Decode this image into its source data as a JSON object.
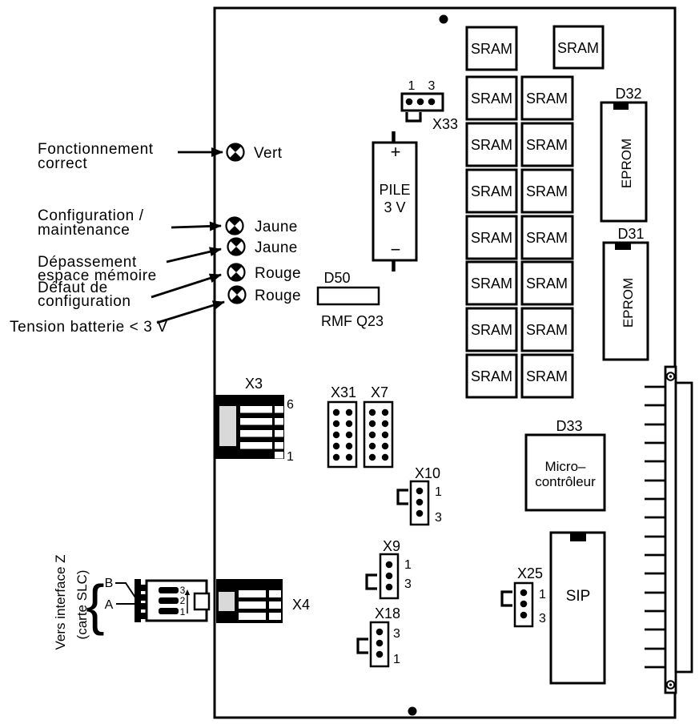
{
  "colors": {
    "ink": "#000000",
    "paper": "#ffffff",
    "connector_gray": "#d9d9d9"
  },
  "annotations": {
    "labels": [
      {
        "lines": [
          "Fonctionnement",
          "correct"
        ]
      },
      {
        "lines": [
          "Configuration /",
          "maintenance"
        ]
      },
      {
        "lines": [
          "Dépassement",
          "espace mémoire"
        ]
      },
      {
        "lines": [
          "Défaut de",
          "configuration"
        ]
      },
      {
        "lines": [
          "Tension batterie < 3 V"
        ]
      }
    ],
    "interface": {
      "lines": [
        "Vers interface Z",
        "(carte SLC)"
      ],
      "brace": "{",
      "wire_b": "B",
      "wire_a": "A"
    }
  },
  "leds": [
    {
      "color": "Vert"
    },
    {
      "color": "Jaune"
    },
    {
      "color": "Jaune"
    },
    {
      "color": "Rouge"
    },
    {
      "color": "Rouge"
    }
  ],
  "components": {
    "x33": {
      "ref": "X33",
      "pin_left": "1",
      "pin_right": "3"
    },
    "battery": {
      "plus": "+",
      "name": "PILE",
      "voltage": "3 V",
      "minus": "−"
    },
    "d50": {
      "ref": "D50",
      "caption": "RMF Q23"
    },
    "sram": "SRAM",
    "d32": {
      "ref": "D32",
      "label": "EPROM"
    },
    "d31": {
      "ref": "D31",
      "label": "EPROM"
    },
    "x3": {
      "ref": "X3",
      "pin_top": "6",
      "pin_bottom": "1"
    },
    "x31": {
      "ref": "X31"
    },
    "x7": {
      "ref": "X7"
    },
    "x10": {
      "ref": "X10",
      "pin_top": "1",
      "pin_bottom": "3"
    },
    "x9": {
      "ref": "X9",
      "pin_top": "1",
      "pin_bottom": "3"
    },
    "x18": {
      "ref": "X18",
      "pin_top": "3",
      "pin_bottom": "1"
    },
    "x25": {
      "ref": "X25",
      "pin_top": "1",
      "pin_bottom": "3"
    },
    "x4": {
      "ref": "X4"
    },
    "d33": {
      "ref": "D33",
      "lines": [
        "Micro–",
        "contrôleur"
      ]
    },
    "sip": {
      "ref": "SIP"
    },
    "plug": {
      "pin_top": "3",
      "pin_mid": "2",
      "pin_bottom": "1"
    }
  }
}
